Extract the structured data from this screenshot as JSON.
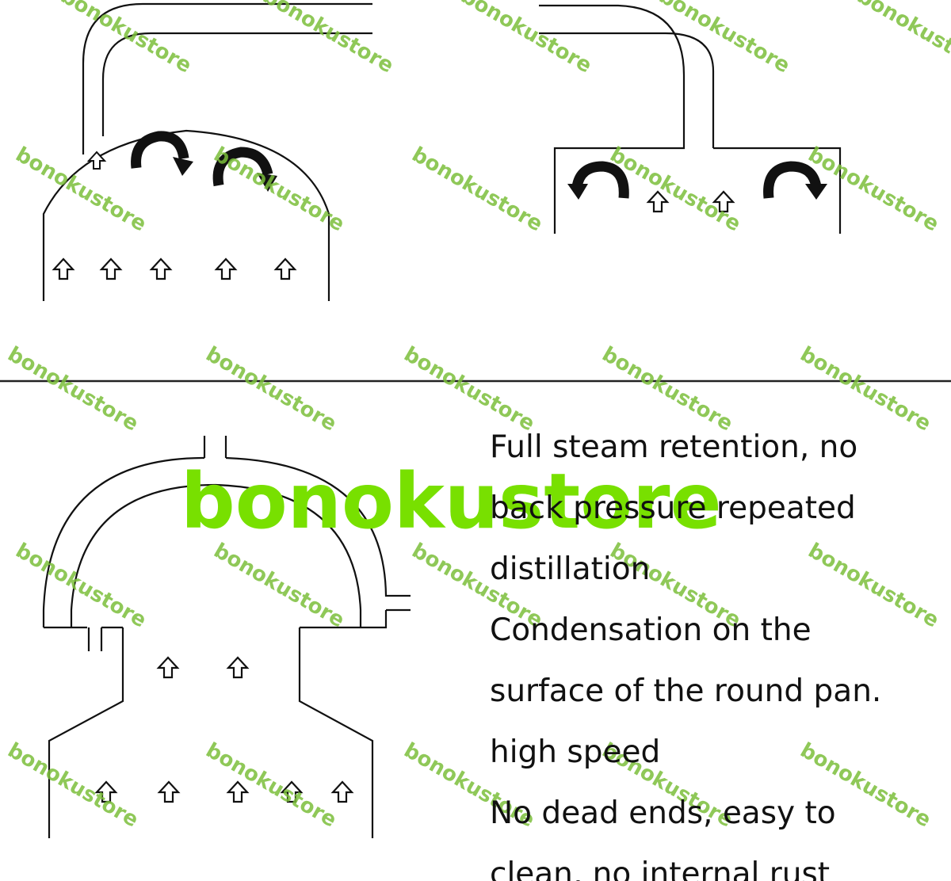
{
  "colors": {
    "line": "#111111",
    "background": "#ffffff",
    "watermark": "#7bbf3a",
    "big_watermark": "#78e000",
    "divider": "#222222"
  },
  "watermark": {
    "small_text": "bonokustore",
    "big_text": "bonokustore"
  },
  "features": {
    "line1": "Full steam retention, no",
    "line2": "back pressure repeated",
    "line3": "distillation",
    "line4": "Condensation on the",
    "line5": "surface of the round pan.",
    "line6": "high speed",
    "line7": "No dead ends, easy to",
    "line8": "clean, no internal rust"
  },
  "icons": {
    "flow_arrow": "hollow-up-arrow-icon",
    "circulation_arrow": "curved-rotation-arrow-icon"
  }
}
